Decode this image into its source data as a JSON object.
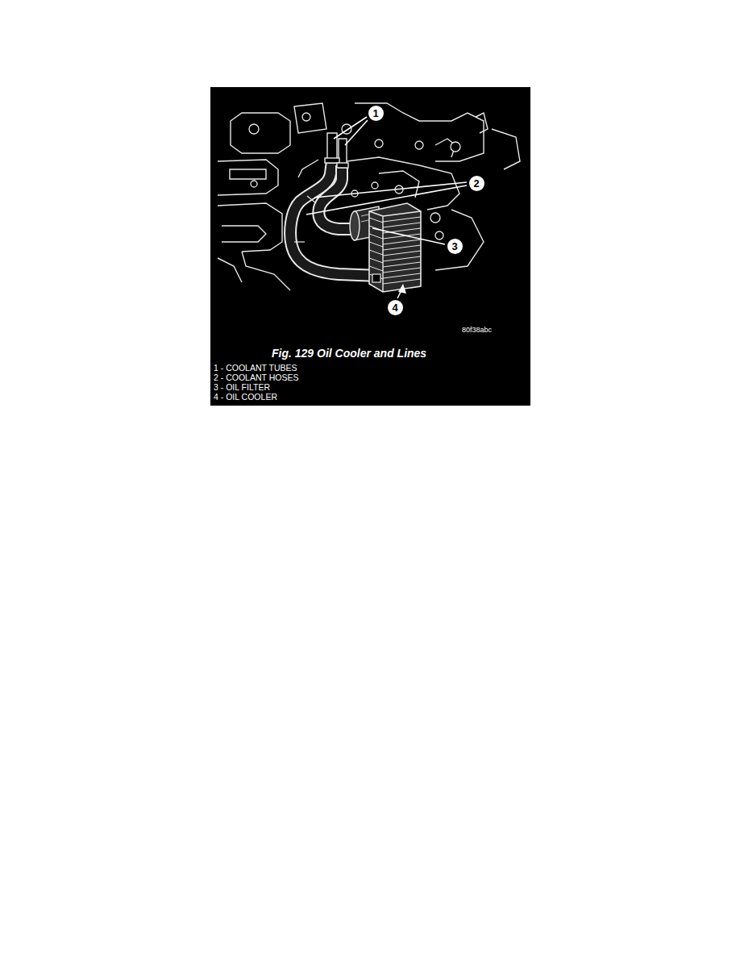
{
  "diagram": {
    "caption": "Fig. 129 Oil Cooler and Lines",
    "nodes": [
      {
        "text": [
          "1"
        ]
      },
      {
        "text": [
          "2"
        ]
      },
      {
        "text": [
          "3"
        ]
      },
      {
        "text": [
          "4"
        ]
      }
    ],
    "labels": [
      "80f38abc",
      "1 - COOLANT TUBES",
      "2 - COOLANT HOSES",
      "3 - OIL FILTER",
      "4 - OIL COOLER"
    ]
  }
}
